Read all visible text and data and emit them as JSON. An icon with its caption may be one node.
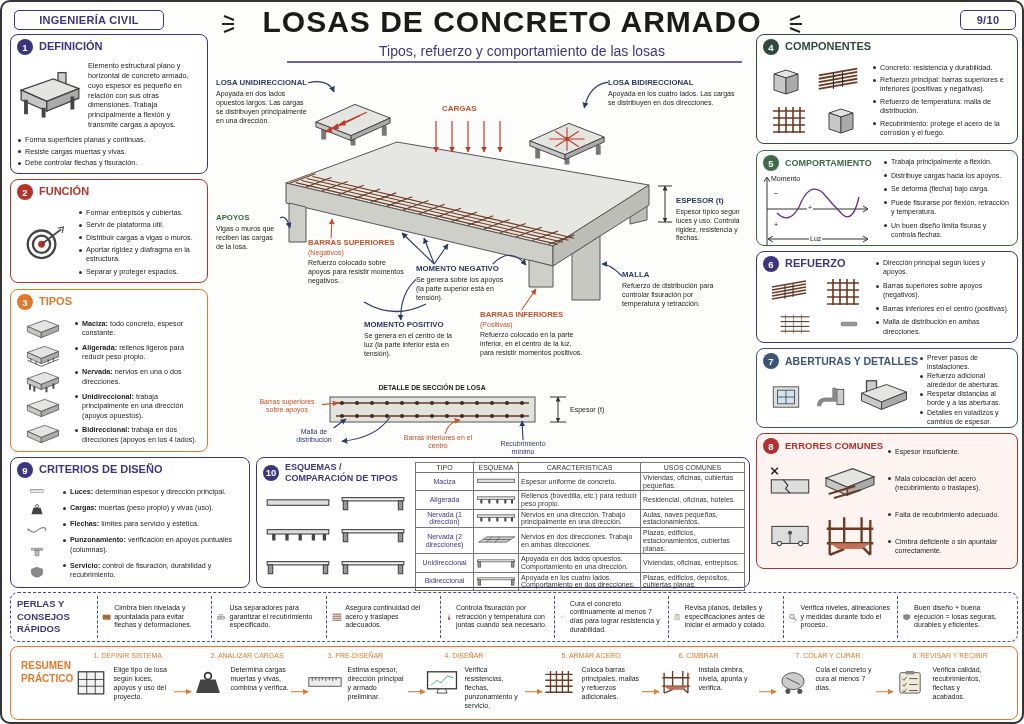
{
  "diagram": {
    "title": "LOSAS DE CONCRETO ARMADO",
    "nodes": [
      {
        "text": [
          "INGENIERÍA CIVIL"
        ]
      },
      {
        "text": [
          "9/10"
        ]
      },
      {
        "text": [
          "1",
          "DEFINICIÓN",
          "Elemento estructural plano y horizontal de concreto armado, cuyo espesor es pequeño en relación con sus otras dimensiones. Trabaja principalmente a flexión y transmite cargas a apoyos.",
          "Forma superficies planas y continuas.",
          "Resiste cargas muertas y vivas.",
          "Debe controlar flechas y fisuración."
        ]
      },
      {
        "text": [
          "2",
          "FUNCIÓN",
          "Formar entrepisos y cubiertas.",
          "Servir de plataforma útil.",
          "Distribuir cargas a vigas o muros.",
          "Aportar rigidez y diafragma en la estructura.",
          "Separar y proteger espacios."
        ]
      },
      {
        "text": [
          "3",
          "TIPOS",
          "**Maciza:** todo concreto, espesor constante.",
          "**Aligerada:** rellenos ligeros para reducir peso propio.",
          "**Nervada:** nervios en una o dos direcciones.",
          "**Unidireccional:** trabaja principalmente en una dirección (apoyos opuestos).",
          "**Bidireccional:** trabaja en dos direcciones (apoyos en los 4 lados)."
        ]
      },
      {
        "text": [
          "4",
          "COMPONENTES",
          "Concreto: resistencia y durabilidad.",
          "Refuerzo principal: barras superiores e inferiores (positivas y negativas).",
          "Refuerzo de temperatura: malla de distribución.",
          "Recubrimiento: protege el acero de la corrosión y el fuego."
        ]
      },
      {
        "text": [
          "5",
          "COMPORTAMIENTO",
          "Trabaja principalmente a flexión.",
          "Distribuye cargas hacia los apoyos.",
          "Se deforma (flecha) bajo carga.",
          "Puede fisurarse por flexión, retracción y temperatura.",
          "Un buen diseño limita fisuras y controla flechas."
        ]
      },
      {
        "text": [
          "6",
          "REFUERZO",
          "Dirección principal según luces y apoyos.",
          "Barras superiores sobre apoyos (negativos).",
          "Barras inferiores en el centro (positivas).",
          "Malla de distribución en ambas direcciones."
        ]
      },
      {
        "text": [
          "7",
          "ABERTURAS Y DETALLES",
          "Prever pasos de instalaciones.",
          "Refuerzo adicional alrededor de aberturas.",
          "Respetar distancias al borde y a las aberturas.",
          "Detalles en voladizos y cambios de espesor."
        ]
      },
      {
        "text": [
          "8",
          "ERRORES COMUNES",
          "Espesor insuficiente.",
          "Mala colocación del acero (recubrimiento o traslapes).",
          "Falta de recubrimiento adecuado.",
          "Cimbra deficiente o sin apuntalar correctamente."
        ]
      },
      {
        "text": [
          "9",
          "CRITERIOS DE DISEÑO",
          "**Luces:** determinan espesor y dirección principal.",
          "**Cargas:** muertas (peso propio) y vivas (uso).",
          "**Flechas:** límites para servicio y estética.",
          "**Punzonamiento:** verificación en apoyos puntuales (columnas).",
          "**Servicio:** control de fisuración, durabilidad y recubrimiento."
        ]
      },
      {
        "text": [
          "10",
          "ESQUEMAS / COMPARACIÓN DE TIPOS"
        ]
      },
      {
        "text": [
          "PERLAS Y CONSEJOS RÁPIDOS",
          "Cimbra bien nivelada y apuntalada para evitar flechas y deformaciones.",
          "Usa separadores para garantizar el recubrimiento especificado.",
          "Asegura continuidad del acero y traslapes adecuados.",
          "Controla fisuración por retracción y temperatura con juntas cuando sea necesario.",
          "Cura el concreto continuamente al menos 7 días para lograr resistencia y durabilidad.",
          "Revisa planos, detalles y especificaciones antes de iniciar el armado y colado.",
          "Verifica niveles, alineaciones y medidas durante todo el proceso.",
          "Buen diseño + buena ejecución = losas seguras, durables y eficientes."
        ]
      },
      {
        "text": [
          "RESUMEN PRÁCTICO"
        ]
      },
      {
        "text": [
          "1. DEFINIR SISTEMA",
          "Elige tipo de losa según luces, apoyos y uso del proyecto."
        ],
        "in": 13
      },
      {
        "text": [
          "2. ANALIZAR CARGAS",
          "Determina cargas muertas y vivas, combina y verifica."
        ],
        "in": 13
      },
      {
        "text": [
          "3. PRE-DISEÑAR",
          "Estima espesor, dirección principal y armado preliminar."
        ],
        "in": 13
      },
      {
        "text": [
          "4. DISEÑAR",
          "Verifica resistencias, flechas, punzonamiento y servicio."
        ],
        "in": 13
      },
      {
        "text": [
          "5. ARMAR ACERO",
          "Coloca barras principales, mallas y refuerzos adicionales."
        ],
        "in": 13
      },
      {
        "text": [
          "6. CIMBRAR",
          "Instala cimbra, nivela, apunta y verifica."
        ],
        "in": 13
      },
      {
        "text": [
          "7. COLAR Y CURAR",
          "Cola el concreto y cura al menos 7 días."
        ],
        "in": 13
      },
      {
        "text": [
          "8. REVISAR Y RECIBIR",
          "Verifica calidad, recubrimientos, flechas y acabados."
        ],
        "in": 13
      },
      {
        "text": [
          "LOSA UNIDIRECCIONAL",
          "Apoyada en dos lados opuestos largos. Las cargas se distribuyen principalmente en una dirección."
        ]
      },
      {
        "text": [],
        "shape": "picture"
      },
      {
        "text": [
          "LOSA BIDIRECCIONAL",
          "Apoyada en los cuatro lados. Las cargas se distribuyen en dos direcciones."
        ]
      },
      {
        "text": [],
        "shape": "picture"
      },
      {
        "text": [
          "APOYOS",
          "Vigas o muros que reciben las cargas de la losa."
        ]
      },
      {
        "text": [
          "BARRAS SUPERIORES",
          "(Negativos)",
          "Refuerzo colocado sobre apoyos para resistir momentos negativos."
        ]
      },
      {
        "text": [
          "MOMENTO NEGATIVO",
          "Se genera sobre los apoyos (la parte superior está en tensión)."
        ]
      },
      {
        "text": [
          "MOMENTO POSITIVO",
          "Se genera en el centro de la luz (la parte inferior está en tensión)."
        ]
      },
      {
        "text": [
          "BARRAS INFERIORES",
          "(Positivas)",
          "Refuerzo colocado en la parte inferior, en el centro de la luz, para resistir momentos positivos."
        ]
      },
      {
        "text": [
          "MALLA",
          "Refuerzo de distribución para controlar fisuración por temperatura y retracción."
        ]
      },
      {
        "text": [
          "Barras superiores sobre apoyos"
        ]
      },
      {
        "text": [
          "Malla de distribución"
        ]
      },
      {
        "text": [
          "Barras inferiores en el centro"
        ]
      },
      {
        "text": [
          "Recubrimiento mínimo"
        ]
      },
      {
        "text": [],
        "shape": "picture"
      },
      {
        "text": [],
        "shape": "picture"
      }
    ],
    "edges": [
      {
        "from": 14,
        "to": 15,
        "arrow": "to",
        "color": "#e07a2a"
      },
      {
        "from": 15,
        "to": 16,
        "arrow": "to",
        "color": "#e07a2a"
      },
      {
        "from": 16,
        "to": 17,
        "arrow": "to",
        "color": "#e07a2a"
      },
      {
        "from": 17,
        "to": 18,
        "arrow": "to",
        "color": "#e07a2a"
      },
      {
        "from": 18,
        "to": 19,
        "arrow": "to",
        "color": "#e07a2a"
      },
      {
        "from": 19,
        "to": 20,
        "arrow": "to",
        "color": "#e07a2a"
      },
      {
        "from": 20,
        "to": 21,
        "arrow": "to",
        "color": "#e07a2a"
      },
      {
        "from": 22,
        "to": 23,
        "arrow": "to"
      },
      {
        "from": 24,
        "to": 25,
        "arrow": "to"
      },
      {
        "from": 26,
        "to": 36,
        "arrow": "to"
      },
      {
        "from": 27,
        "to": 36,
        "arrow": "to",
        "color": "#c4522a"
      },
      {
        "from": 28,
        "to": 36,
        "arrow": "to"
      },
      {
        "from": 28,
        "to": 36,
        "arrow": "to"
      },
      {
        "from": 28,
        "to": 36,
        "arrow": "to"
      },
      {
        "from": 28,
        "to": 29,
        "arrow": "to"
      },
      {
        "from": 28,
        "to": 36,
        "arrow": "to"
      },
      {
        "from": 30,
        "to": 36,
        "arrow": "to",
        "color": "#c4522a"
      },
      {
        "from": 31,
        "to": 36,
        "arrow": "to"
      },
      {
        "from": 32,
        "to": 37,
        "arrow": "to",
        "color": "#c4522a"
      },
      {
        "from": 33,
        "to": 37,
        "arrow": "to"
      },
      {
        "from": 37,
        "to": 33,
        "arrow": "to"
      },
      {
        "from": 34,
        "to": 37,
        "arrow": "to",
        "color": "#c4522a"
      },
      {
        "from": 35,
        "to": 37,
        "arrow": "to"
      }
    ],
    "labels": [
      "Tipos, refuerzo y comportamiento de las losas",
      "CARGAS",
      "ESPESOR (t)",
      "Espesor típico según luces y uso. Controla rigidez, resistencia y flechas.",
      "DETALLE DE SECCIÓN DE LOSA",
      "Espesor (t)",
      "Momento",
      "–",
      "+",
      "+",
      "Luz",
      "TIPO",
      "ESQUEMA",
      "CARACTERISTICAS",
      "USOS COMUNES",
      "Maciza",
      "Espesor uniforme de concreto.",
      "Viviendas, oficinas, cubiertas pequeñas.",
      "Aligerada",
      "Rellenos (bovedilla, etc.) para reducir peso propio.",
      "Residencial, oficinas, hoteles.",
      "Nervada (1 dirección)",
      "Nervios en una dirección. Trabajo principalmente en una dirección.",
      "Aulas, naves pequeñas, estacionamientos.",
      "Nervada (2 direcciones)",
      "Nervios en dos direcciones. Trabajo en ambas direcciones.",
      "Plazas, edificios, estacionamientos, cubiertas planas.",
      "Unidireccional",
      "Apoyada en dos lados opuestos. Comportamiento en una dirección.",
      "Viviendas, oficinas, entrepisos.",
      "Bidireccional",
      "Apoyada en los cuatro lados. Comportamiento en dos direcciones.",
      "Plazas, edificios, depósitos, cubiertas planas."
    ]
  }
}
